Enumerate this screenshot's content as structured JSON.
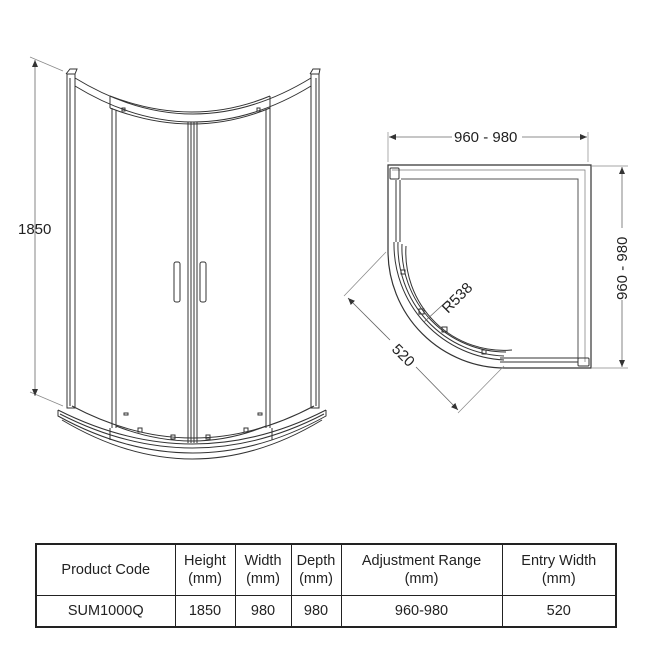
{
  "elevation": {
    "height_label": "1850"
  },
  "plan": {
    "width_label": "960 - 980",
    "depth_label": "960 - 980",
    "radius_label": "R538",
    "entry_label": "520"
  },
  "spec_table": {
    "headers": [
      {
        "line1": "Product Code",
        "line2": ""
      },
      {
        "line1": "Height",
        "line2": "(mm)"
      },
      {
        "line1": "Width",
        "line2": "(mm)"
      },
      {
        "line1": "Depth",
        "line2": "(mm)"
      },
      {
        "line1": "Adjustment Range",
        "line2": "(mm)"
      },
      {
        "line1": "Entry Width",
        "line2": "(mm)"
      }
    ],
    "row": [
      "SUM1000Q",
      "1850",
      "980",
      "980",
      "960-980",
      "520"
    ]
  },
  "colors": {
    "line": "#222222",
    "background": "#ffffff"
  }
}
